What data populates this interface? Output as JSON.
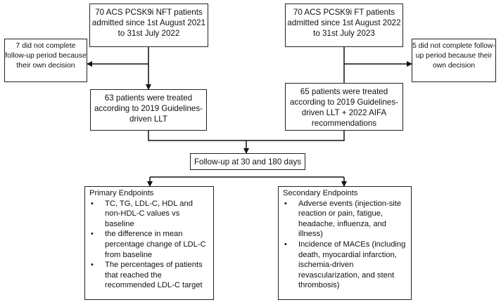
{
  "flowchart": {
    "nft_cohort": "70 ACS PCSK9i NFT patients admitted since 1st August 2021 to 31st July 2022",
    "ft_cohort": "70 ACS PCSK9i FT patients admitted since 1st August 2022 to 31st July 2023",
    "nft_dropout": "7 did not complete follow-up period because their own decision",
    "ft_dropout": "5 did not complete follow-up period because their own decision",
    "nft_treated": "63 patients were treated according to 2019 Guidelines-driven LLT",
    "ft_treated": "65 patients were treated according to 2019 Guidelines-driven LLT + 2022 AIFA recommendations",
    "followup": "Follow-up at 30 and 180 days",
    "primary": {
      "title": "Primary Endpoints",
      "items": [
        "TC, TG, LDL-C, HDL and non-HDL-C values vs baseline",
        "the difference in mean percentage change of LDL-C from baseline",
        "The percentages of patients that reached the recommended LDL-C target"
      ]
    },
    "secondary": {
      "title": "Secondary Endpoints",
      "items": [
        "Adverse events (injection-site reaction or pain, fatigue, headache, influenza, and illness)",
        "Incidence of MACEs (including death, myocardial infarction, ischemia-driven revascularization, and stent thrombosis)"
      ]
    }
  }
}
